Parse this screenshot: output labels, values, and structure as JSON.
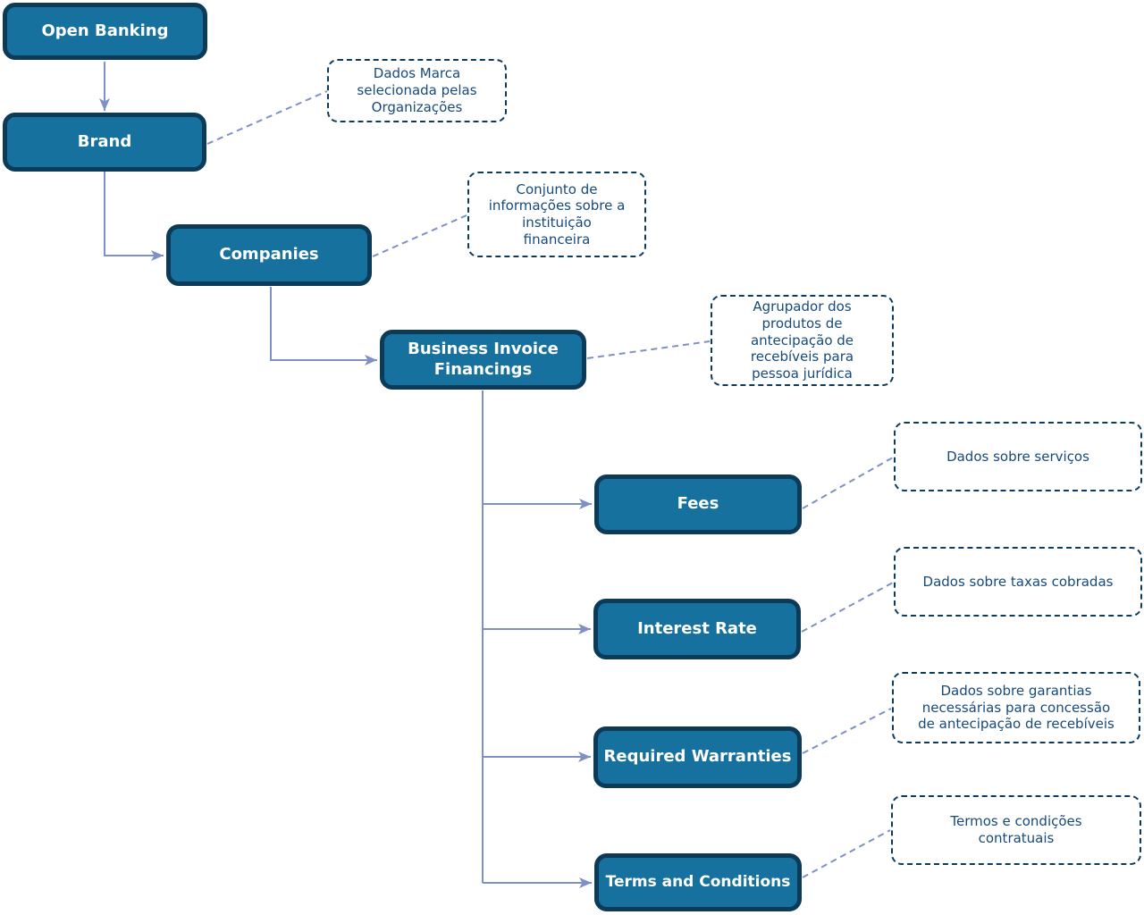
{
  "colors": {
    "node_fill": "#16719e",
    "node_border": "#0c3a57",
    "node_text": "#ffffff",
    "connector": "#7e90c5",
    "note_border": "#0d3b5e",
    "note_text": "#174a7c"
  },
  "nodes": {
    "open_banking": {
      "label": "Open Banking"
    },
    "brand": {
      "label": "Brand"
    },
    "companies": {
      "label": "Companies"
    },
    "business_invoice_financings": {
      "label": "Business Invoice Financings"
    },
    "fees": {
      "label": "Fees"
    },
    "interest_rate": {
      "label": "Interest Rate"
    },
    "required_warranties": {
      "label": "Required Warranties"
    },
    "terms_and_conditions": {
      "label": "Terms and Conditions"
    }
  },
  "notes": {
    "brand": "Dados Marca\nselecionada pelas\nOrganizações",
    "companies": "Conjunto de\ninformações sobre a\ninstituição\nfinanceira",
    "business_invoice_financings": "Agrupador dos\nprodutos de\nantecipação de\nrecebíveis para\npessoa jurídica",
    "fees": "Dados sobre serviços",
    "interest_rate": "Dados sobre taxas cobradas",
    "required_warranties": "Dados sobre garantias\nnecessárias para concessão\nde antecipação de recebíveis",
    "terms_and_conditions": "Termos e condições\ncontratuais"
  }
}
